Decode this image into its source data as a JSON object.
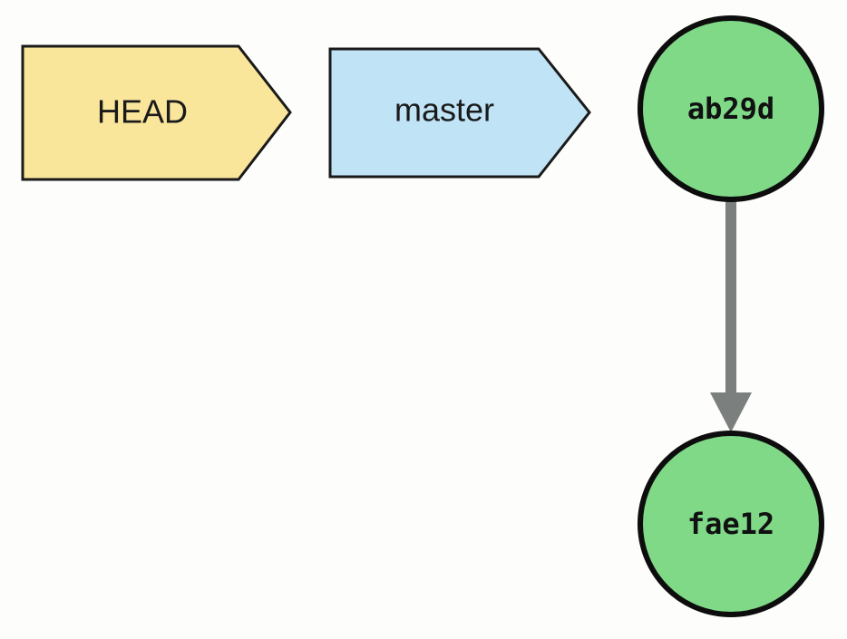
{
  "refs": {
    "head": {
      "label": "HEAD",
      "fill": "#fae69b"
    },
    "master": {
      "label": "master",
      "fill": "#c0e3f6"
    }
  },
  "commits": {
    "tip": {
      "label": "ab29d",
      "fill": "#7fd987"
    },
    "parent": {
      "label": "fae12",
      "fill": "#7fd987"
    }
  },
  "edge": {
    "from": "ab29d",
    "to": "fae12",
    "color": "#7b7f7d"
  }
}
